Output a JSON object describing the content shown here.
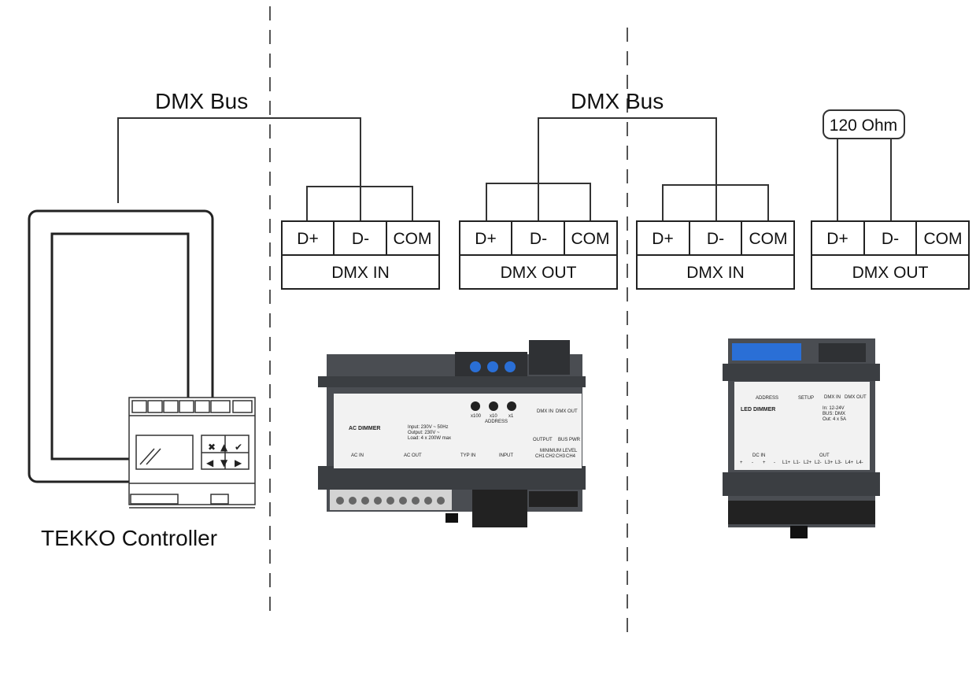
{
  "bus_labels": [
    "DMX Bus",
    "DMX Bus"
  ],
  "terminator": "120 Ohm",
  "controller_label": "TEKKO Controller",
  "terminal_blocks": [
    {
      "pins": [
        "D+",
        "D-",
        "COM"
      ],
      "title": "DMX IN"
    },
    {
      "pins": [
        "D+",
        "D-",
        "COM"
      ],
      "title": "DMX OUT"
    },
    {
      "pins": [
        "D+",
        "D-",
        "COM"
      ],
      "title": "DMX IN"
    },
    {
      "pins": [
        "D+",
        "D-",
        "COM"
      ],
      "title": "DMX OUT"
    }
  ],
  "ac_dimmer": {
    "name": "AC DIMMER",
    "specs": [
      "Input: 230V ~ 50Hz",
      "Output: 230V ~",
      "Load: 4 x 200W max"
    ],
    "address_label": "ADDRESS",
    "address_dials": [
      "x100",
      "x10",
      "x1"
    ],
    "dmx_labels": [
      "DMX IN",
      "DMX OUT"
    ],
    "output_label": "OUTPUT",
    "bus_pwr": "BUS PWR",
    "minimum_level": "MINIMUM LEVEL",
    "channels": [
      "CH1",
      "CH2",
      "CH3",
      "CH4"
    ],
    "ac_in": "AC IN",
    "ac_out": "AC OUT",
    "typ_in": "TYP IN",
    "input": "INPUT"
  },
  "led_dimmer": {
    "name": "LED DIMMER",
    "specs": [
      "In: 12-24V",
      "BUS: DMX",
      "Out: 4 x 5A"
    ],
    "address_label": "ADDRESS",
    "setup_label": "SETUP",
    "dmx_labels": [
      "DMX IN",
      "DMX OUT"
    ],
    "dc_in": "DC IN",
    "out": "OUT",
    "terminals": [
      "+",
      "-",
      "+",
      "-",
      "L1+",
      "L1-",
      "L2+",
      "L2-",
      "L3+",
      "L3-",
      "L4+",
      "L4-"
    ]
  },
  "colors": {
    "line": "#333333",
    "dashed": "#555555",
    "housing": "#4a4d52",
    "housing_dark": "#2f3134",
    "label_panel": "#f2f2f2",
    "dip_blue": "#2a6fd6"
  }
}
